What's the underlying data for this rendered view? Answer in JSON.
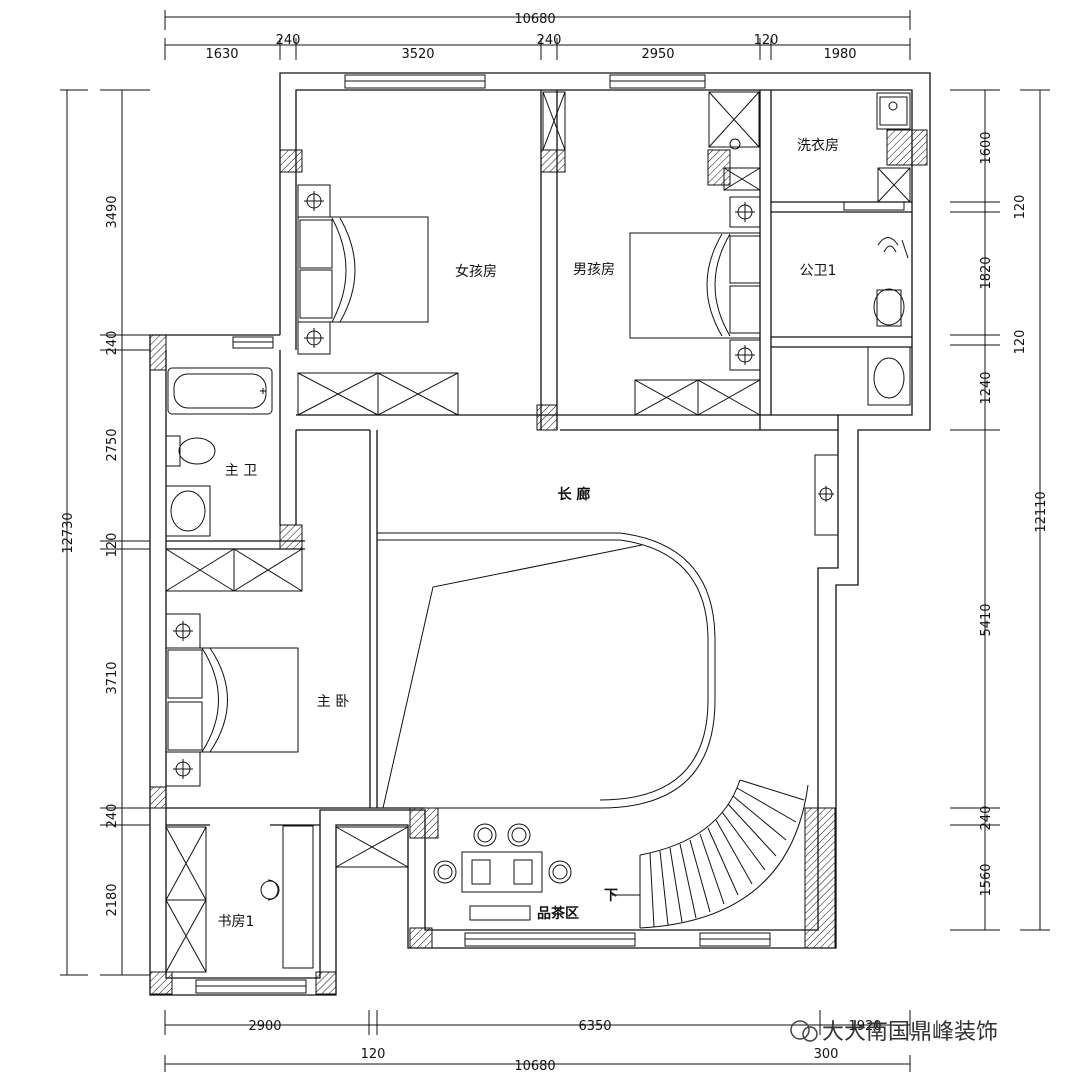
{
  "dimensions": {
    "top_total": "10680",
    "top_segments": [
      "1630",
      "240",
      "3520",
      "240",
      "2950",
      "120",
      "1980"
    ],
    "bottom_segments": [
      "2900",
      "6350",
      "1920"
    ],
    "bottom_sub": [
      "120",
      "300"
    ],
    "bottom_total": "10680",
    "left_total": "12730",
    "left_segments": [
      "3490",
      "240",
      "2750",
      "120",
      "3710",
      "240",
      "2180"
    ],
    "right_total": "12110",
    "right_segments": [
      "1600",
      "120",
      "1820",
      "120",
      "1240",
      "5410",
      "240",
      "1560"
    ]
  },
  "rooms": {
    "girl_room": "女孩房",
    "boy_room": "男孩房",
    "laundry": "洗衣房",
    "public_bath": "公卫1",
    "master_bath": "主 卫",
    "corridor": "长 廊",
    "master_bedroom": "主 卧",
    "study": "书房1",
    "tea_area": "品茶区",
    "stair_down": "下"
  },
  "watermark": "大大南国鼎峰装饰"
}
